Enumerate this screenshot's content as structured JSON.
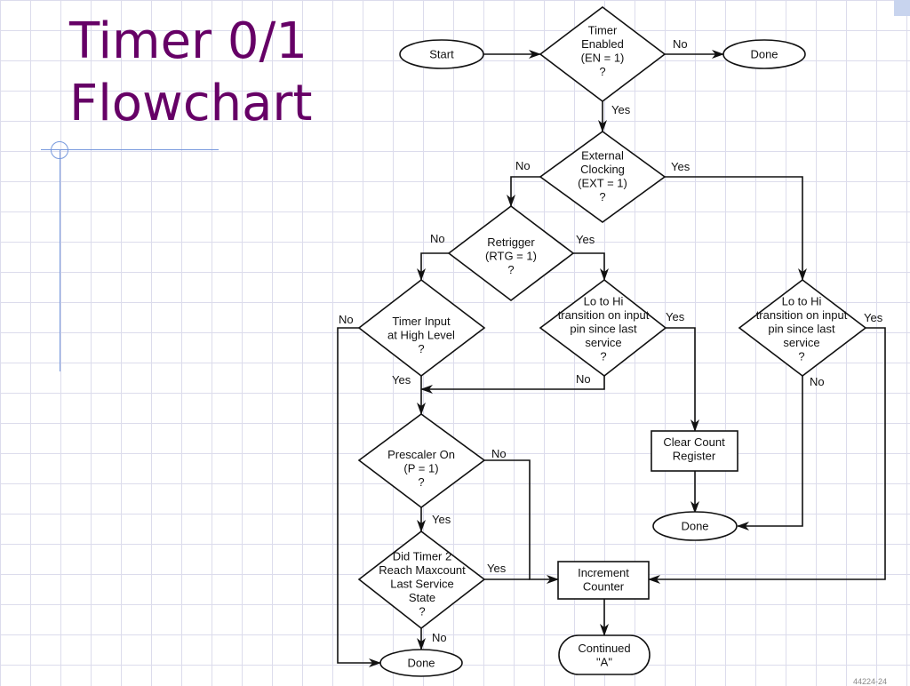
{
  "slide": {
    "title_line1": "Timer 0/1",
    "title_line2": "Flowchart",
    "footer_code": "44224-24"
  },
  "flowchart": {
    "start": [
      "Start"
    ],
    "done_top": [
      "Done"
    ],
    "timer_enabled": [
      "Timer",
      "Enabled",
      "(EN = 1)",
      "?"
    ],
    "external_clocking": [
      "External",
      "Clocking",
      "(EXT = 1)",
      "?"
    ],
    "retrigger": [
      "Retrigger",
      "(RTG = 1)",
      "?"
    ],
    "timer_input_high": [
      "Timer Input",
      "at High Level",
      "?"
    ],
    "lo_hi_left": [
      "Lo to Hi",
      "transition on input",
      "pin since last",
      "service",
      "?"
    ],
    "lo_hi_right": [
      "Lo to Hi",
      "transition on input",
      "pin since last",
      "service",
      "?"
    ],
    "clear_count": [
      "Clear Count",
      "Register"
    ],
    "done_middle": [
      "Done"
    ],
    "prescaler_on": [
      "Prescaler On",
      "(P = 1)",
      "?"
    ],
    "did_timer2": [
      "Did Timer 2",
      "Reach Maxcount",
      "Last Service",
      "State",
      "?"
    ],
    "increment_counter": [
      "Increment",
      "Counter"
    ],
    "done_bottom": [
      "Done"
    ],
    "continued": [
      "Continued",
      "\"A\""
    ],
    "labels": {
      "en_no": "No",
      "en_yes": "Yes",
      "ext_no": "No",
      "ext_yes": "Yes",
      "rtg_no": "No",
      "rtg_yes": "Yes",
      "tih_no": "No",
      "tih_yes": "Yes",
      "lhl_yes": "Yes",
      "lhl_no": "No",
      "lhr_yes": "Yes",
      "lhr_no": "No",
      "pre_no": "No",
      "pre_yes": "Yes",
      "dt2_yes": "Yes",
      "dt2_no": "No"
    }
  }
}
